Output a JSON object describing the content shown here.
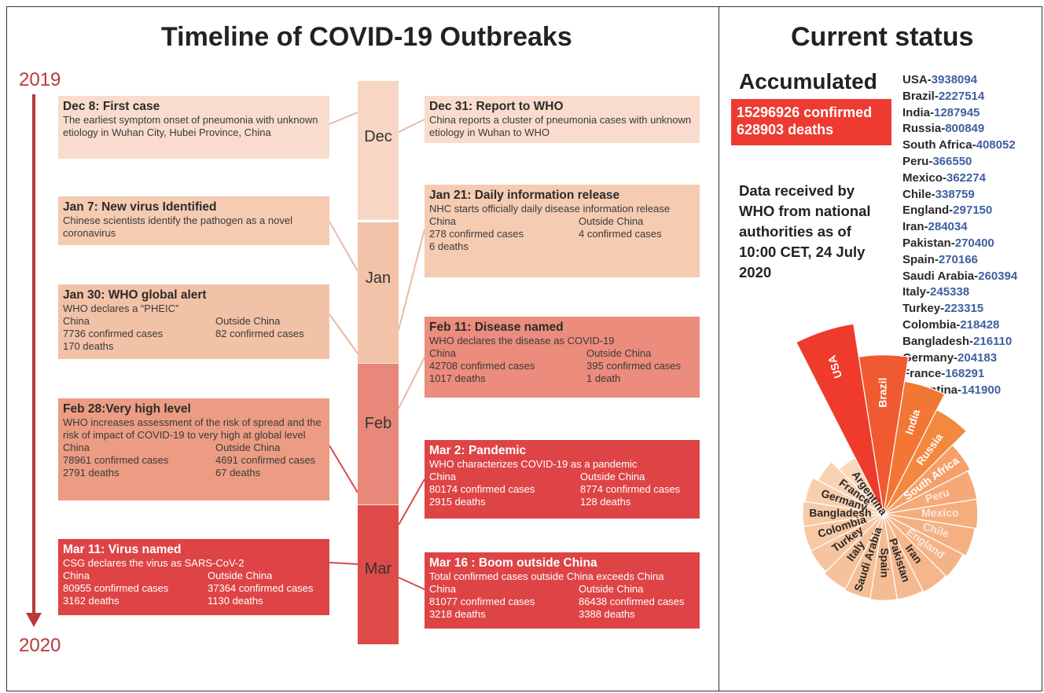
{
  "title": "Timeline of COVID-19 Outbreaks",
  "year_start": "2019",
  "year_end": "2020",
  "months": [
    {
      "label": "Dec",
      "color": "#f7d6c4"
    },
    {
      "label": "Jan",
      "color": "#f2c3a8"
    },
    {
      "label": "Feb",
      "color": "#e8887a"
    },
    {
      "label": "Mar",
      "color": "#de4a48"
    }
  ],
  "left_events": [
    {
      "title": "Dec 8: First case",
      "desc": "The earliest symptom onset of pneumonia with unknown etiology in Wuhan City, Hubei Province, China"
    },
    {
      "title": "Jan 7: New virus  Identified",
      "desc": "Chinese scientists identify the pathogen as a novel coronavirus"
    },
    {
      "title": "Jan 30: WHO global alert",
      "desc": "WHO declares a “PHEIC”",
      "rows": [
        [
          "China",
          "Outside China"
        ],
        [
          "7736 confirmed cases",
          "82 confirmed cases"
        ],
        [
          "170 deaths",
          ""
        ]
      ]
    },
    {
      "title": "Feb 28:Very high level",
      "desc": "WHO increases assessment of the risk of spread and the risk of impact of COVID-19 to very high at global level",
      "rows": [
        [
          "China",
          "Outside China"
        ],
        [
          "78961 confirmed cases",
          "4691 confirmed cases"
        ],
        [
          "2791 deaths",
          "67 deaths"
        ]
      ]
    },
    {
      "title": "Mar 11: Virus named",
      "desc": "CSG declares the virus as SARS-CoV-2",
      "rows": [
        [
          "China",
          "Outside China"
        ],
        [
          "80955 confirmed cases",
          "37364 confirmed cases"
        ],
        [
          "3162 deaths",
          "1130 deaths"
        ]
      ]
    }
  ],
  "right_events": [
    {
      "title": "Dec 31: Report to WHO",
      "desc": "China reports a cluster of pneumonia cases with unknown etiology in Wuhan to WHO"
    },
    {
      "title": "Jan 21: Daily information release",
      "desc": "NHC starts officially daily disease information release",
      "rows": [
        [
          "China",
          "Outside China"
        ],
        [
          "278 confirmed cases",
          "4 confirmed cases"
        ],
        [
          "6 deaths",
          ""
        ]
      ]
    },
    {
      "title": "Feb 11: Disease named",
      "desc": "WHO declares the disease as COVID-19",
      "rows": [
        [
          "China",
          "Outside China"
        ],
        [
          "42708 confirmed cases",
          "395 confirmed cases"
        ],
        [
          "1017 deaths",
          "1 death"
        ]
      ]
    },
    {
      "title": "Mar 2: Pandemic",
      "desc": "WHO characterizes COVID-19 as a pandemic",
      "rows": [
        [
          "China",
          "Outside China"
        ],
        [
          "80174 confirmed cases",
          "8774 confirmed cases"
        ],
        [
          "2915 deaths",
          "128 deaths"
        ]
      ]
    },
    {
      "title": "Mar 16 : Boom outside China",
      "desc": "Total confirmed cases outside China exceeds China",
      "rows": [
        [
          "China",
          "Outside China"
        ],
        [
          "81077 confirmed cases",
          "86438 confirmed cases"
        ],
        [
          "3218 deaths",
          "3388 deaths"
        ]
      ]
    }
  ],
  "status": {
    "title": "Current status",
    "accumulated_label": "Accumulated",
    "confirmed": "15296926 confirmed",
    "deaths": "628903 deaths",
    "note": "Data received by WHO from national authorities as of 10:00 CET, 24 July 2020"
  },
  "chart_data": {
    "type": "pie",
    "style": "rose",
    "categories": [
      "USA",
      "Brazil",
      "India",
      "Russia",
      "South Africa",
      "Peru",
      "Mexico",
      "Chile",
      "England",
      "Iran",
      "Pakistan",
      "Spain",
      "Saudi Arabia",
      "Italy",
      "Turkey",
      "Colombia",
      "Bangladesh",
      "Germany",
      "France",
      "Argentina"
    ],
    "values": [
      3938094,
      2227514,
      1287945,
      800849,
      408052,
      366550,
      362274,
      338759,
      297150,
      284034,
      270400,
      270166,
      260394,
      245338,
      223315,
      218428,
      216110,
      204183,
      168291,
      141900
    ],
    "colors": [
      "#ee3b2c",
      "#f05a30",
      "#f27734",
      "#f3883f",
      "#f5a069",
      "#f5a978",
      "#f5ad7e",
      "#f5b082",
      "#f4b387",
      "#f5b68b",
      "#f5b98f",
      "#f5bc93",
      "#f6bf97",
      "#f6c29c",
      "#f6c5a0",
      "#f7c8a4",
      "#f7cba8",
      "#f8cfad",
      "#f8d3b3",
      "#f9d8bb"
    ]
  }
}
